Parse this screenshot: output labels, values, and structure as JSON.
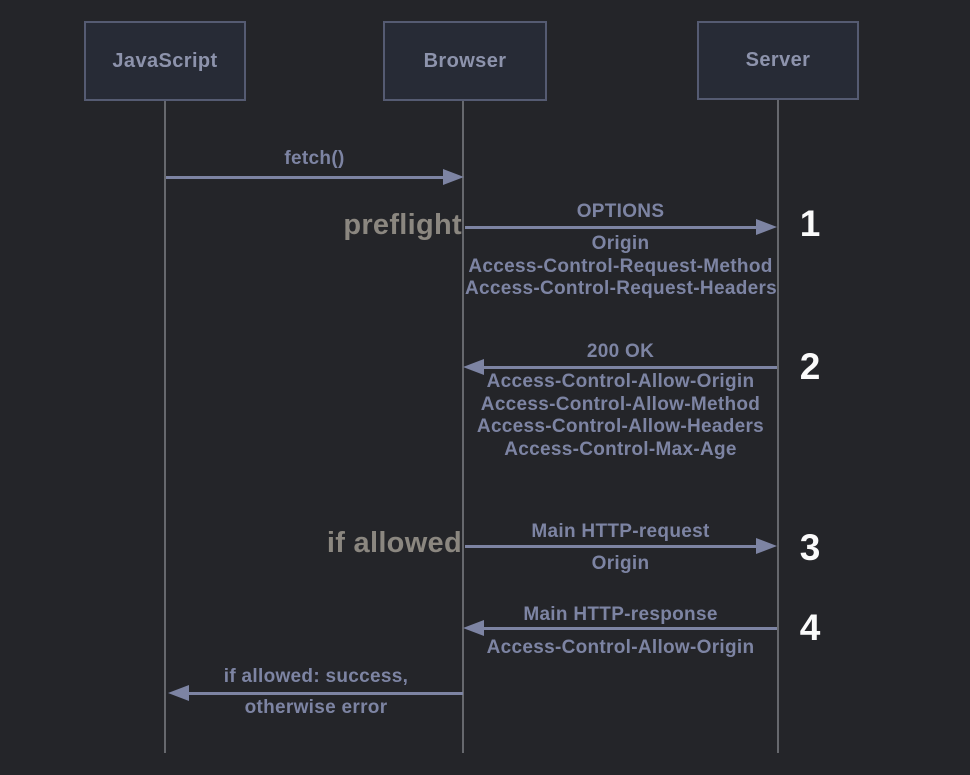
{
  "colors": {
    "background": "#242529",
    "box_fill": "#272b36",
    "box_border": "#555b72",
    "box_text": "#8d93ac",
    "arrow": "#7d84a3",
    "lifeline": "#66686d",
    "annotation": "#8b8780",
    "step_number": "#fafafa"
  },
  "actors": [
    {
      "label": "JavaScript"
    },
    {
      "label": "Browser"
    },
    {
      "label": "Server"
    }
  ],
  "messages": [
    {
      "title": "fetch()",
      "from": "JavaScript",
      "to": "Browser",
      "direction": "right"
    },
    {
      "annotation": "preflight",
      "number": "1",
      "title": "OPTIONS",
      "headers": [
        "Origin",
        "Access-Control-Request-Method",
        "Access-Control-Request-Headers"
      ],
      "from": "Browser",
      "to": "Server",
      "direction": "right"
    },
    {
      "number": "2",
      "title": "200 OK",
      "headers": [
        "Access-Control-Allow-Origin",
        "Access-Control-Allow-Method",
        "Access-Control-Allow-Headers",
        "Access-Control-Max-Age"
      ],
      "from": "Server",
      "to": "Browser",
      "direction": "left"
    },
    {
      "annotation": "if allowed",
      "number": "3",
      "title": "Main HTTP-request",
      "headers": [
        "Origin"
      ],
      "from": "Browser",
      "to": "Server",
      "direction": "right"
    },
    {
      "number": "4",
      "title": "Main HTTP-response",
      "headers": [
        "Access-Control-Allow-Origin"
      ],
      "from": "Server",
      "to": "Browser",
      "direction": "left"
    },
    {
      "title": "if allowed: success,",
      "subtitle": "otherwise error",
      "from": "Browser",
      "to": "JavaScript",
      "direction": "left"
    }
  ]
}
